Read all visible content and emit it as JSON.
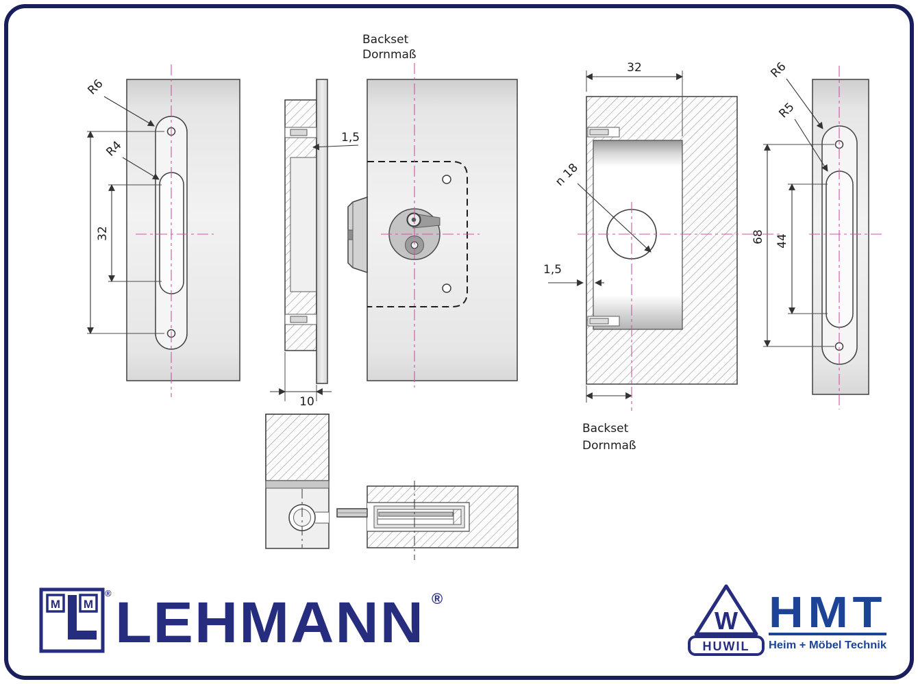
{
  "labels": {
    "backset": "Backset",
    "dornmass": "Dornmaß",
    "r6": "R6",
    "r4": "R4",
    "r5": "R5",
    "dim_32": "32",
    "dim_1_5": "1,5",
    "dim_10": "10",
    "dim_68": "68",
    "dim_44": "44",
    "dia_18": "n 18"
  },
  "logos": {
    "lehmann": {
      "wordmark": "LEHMANN",
      "registered": "®",
      "monogram": {
        "left": "M",
        "right": "M",
        "big": "L",
        "registered": "®"
      }
    },
    "hmt": {
      "wordmark": "HMT",
      "tagline": "Heim + Möbel Technik",
      "huwil": "HUWIL",
      "w": "W"
    }
  },
  "colors": {
    "frame_navy": "#1a1f5c",
    "lehmann_navy": "#262c7e",
    "hmt_blue": "#1c4396",
    "centerline_magenta": "#cf51a5",
    "line": "#333333"
  }
}
